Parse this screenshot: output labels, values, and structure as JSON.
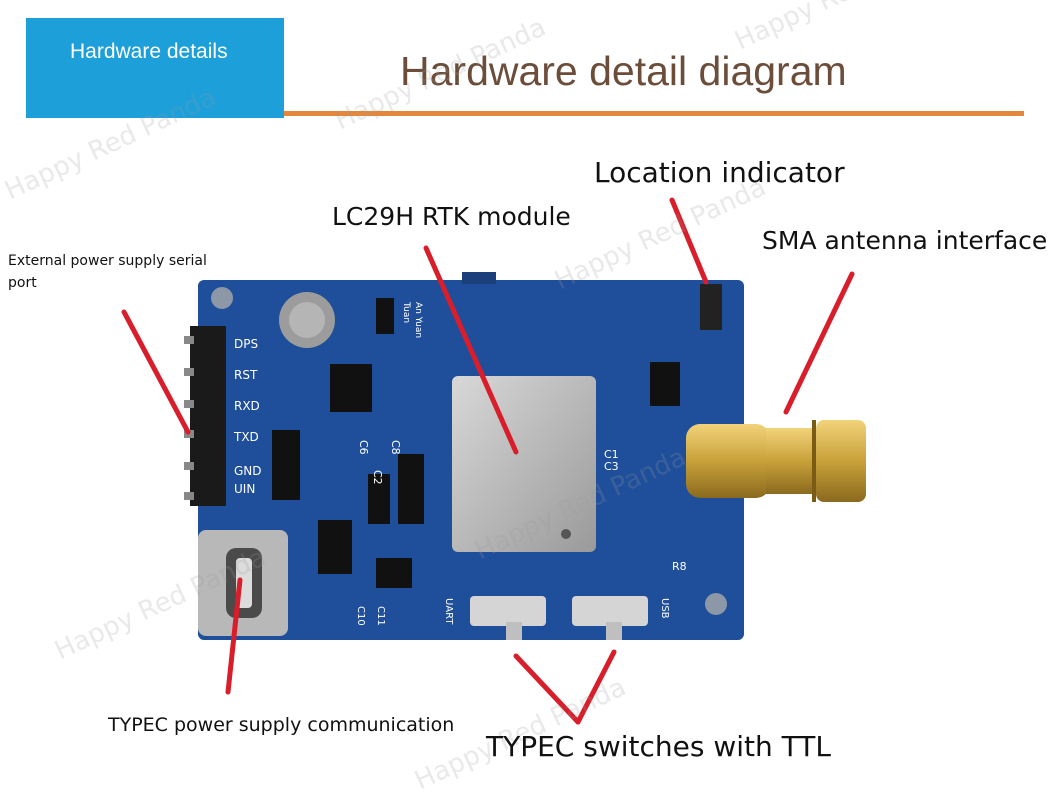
{
  "header": {
    "tab_label": "Hardware details",
    "title": "Hardware detail diagram"
  },
  "callouts": {
    "location_indicator": "Location indicator",
    "rtk_module": "LC29H RTK module",
    "sma_interface": "SMA antenna interface",
    "external_power": "External power supply serial port",
    "typec_power": "TYPEC power supply communication",
    "typec_switch": "TYPEC switches with TTL"
  },
  "board": {
    "pin_labels": [
      "DPS",
      "RST",
      "RXD",
      "TXD",
      "GND",
      "UIN"
    ],
    "silk_small": [
      "An Yuan",
      "Tuan"
    ],
    "components": [
      "C6",
      "C8",
      "C2",
      "C1",
      "C3",
      "C10",
      "C11",
      "R8"
    ],
    "switch_labels": [
      "UART",
      "USB"
    ]
  },
  "watermark": "Happy Red Panda",
  "colors": {
    "tab_blue": "#1d9fd9",
    "title_brown": "#6b4d3a",
    "underline_orange": "#e5873a",
    "pcb_blue": "#1f4f9a",
    "pointer_red": "#d81e2a",
    "sma_gold": "#c9a13a"
  }
}
